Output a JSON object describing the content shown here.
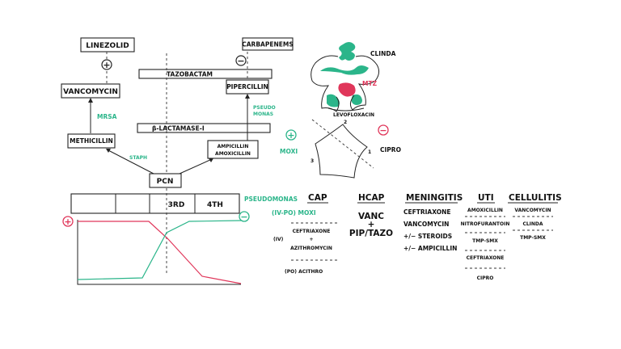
{
  "tree": {
    "linezolid": "LINEZOLID",
    "plus_symbol": "+",
    "vancomycin": "VANCOMYCIN",
    "mrsa": "MRSA",
    "methicillin": "METHICILLIN",
    "staph": "STAPH",
    "pcn": "PCN",
    "ampicillin": "AMPICILLIN",
    "amoxicillin": "AMOXICILLIN",
    "beta_lactamase": "β-LACTAMASE-I",
    "tazobactam": "TAZOBACTAM",
    "pipercillin": "PIPERCILLIN",
    "pseudo_line1": "PSEUDO",
    "pseudo_line2": "MONAS",
    "minus_symbol": "−",
    "carbapenems": "CARBAPENEMS"
  },
  "bacteria": {
    "clinda": "CLINDA",
    "mtz": "MTZ",
    "levofloxacin": "LEVOFLOXACIN",
    "plus_symbol": "+",
    "minus_symbol": "−",
    "moxi": "MOXI",
    "cipro": "CIPRO",
    "num_1": "1",
    "num_2": "2",
    "num_3": "3"
  },
  "generations": {
    "cells": [
      "",
      "",
      "",
      "3RD",
      "4TH"
    ],
    "pseudomonas": "PSEUDOMONAS",
    "plus_symbol": "+",
    "minus_symbol": "−"
  },
  "colors": {
    "green": "#2bb58a",
    "red": "#e0365a",
    "ink": "#222222"
  },
  "cap": {
    "heading": "CAP",
    "iv_po": "(IV-PO) MOXI",
    "iv": "(IV)",
    "ceftriaxone": "CEFTRIAXONE",
    "plus": "+",
    "azithromycin": "AZITHROMYCIN",
    "po": "(PO) ACITHRO"
  },
  "hcap": {
    "heading": "HCAP",
    "vanc": "VANC",
    "plus": "+",
    "pip": "PIP/TAZO"
  },
  "meningitis": {
    "heading": "MENINGITIS",
    "items": [
      "CEFTRIAXONE",
      "VANCOMYCIN",
      "+/− STEROIDS",
      "+/− AMPICILLIN"
    ]
  },
  "uti": {
    "heading": "UTI",
    "items": [
      "AMOXICILLIN",
      "NITROFURANTOIN",
      "TMP-SMX",
      "CEFTRIAXONE",
      "CIPRO"
    ]
  },
  "cellulitis": {
    "heading": "CELLULITIS",
    "items": [
      "VANCOMYCIN",
      "CLINDA",
      "TMP-SMX"
    ]
  }
}
